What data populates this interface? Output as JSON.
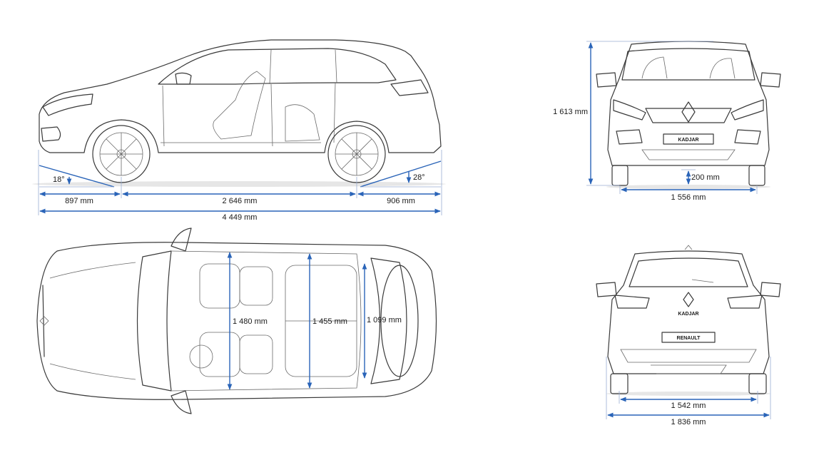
{
  "side_view": {
    "approach_angle": "18°",
    "departure_angle": "28°",
    "front_overhang": "897 mm",
    "wheelbase": "2 646 mm",
    "rear_overhang": "906 mm",
    "overall_length": "4 449 mm"
  },
  "front_view": {
    "height": "1 613 mm",
    "ground_clearance": "200 mm",
    "front_track": "1 556 mm",
    "badge": "KADJAR"
  },
  "top_view": {
    "width_front_seats": "1 480 mm",
    "width_rear_seats": "1 455 mm",
    "boot_width": "1 099 mm"
  },
  "rear_view": {
    "rear_track": "1 542 mm",
    "overall_width": "1 836 mm",
    "badge_model": "KADJAR",
    "plate_text": "RENAULT"
  },
  "colors": {
    "dimension_line": "#2a64b8",
    "outline": "#3a3a3a"
  }
}
